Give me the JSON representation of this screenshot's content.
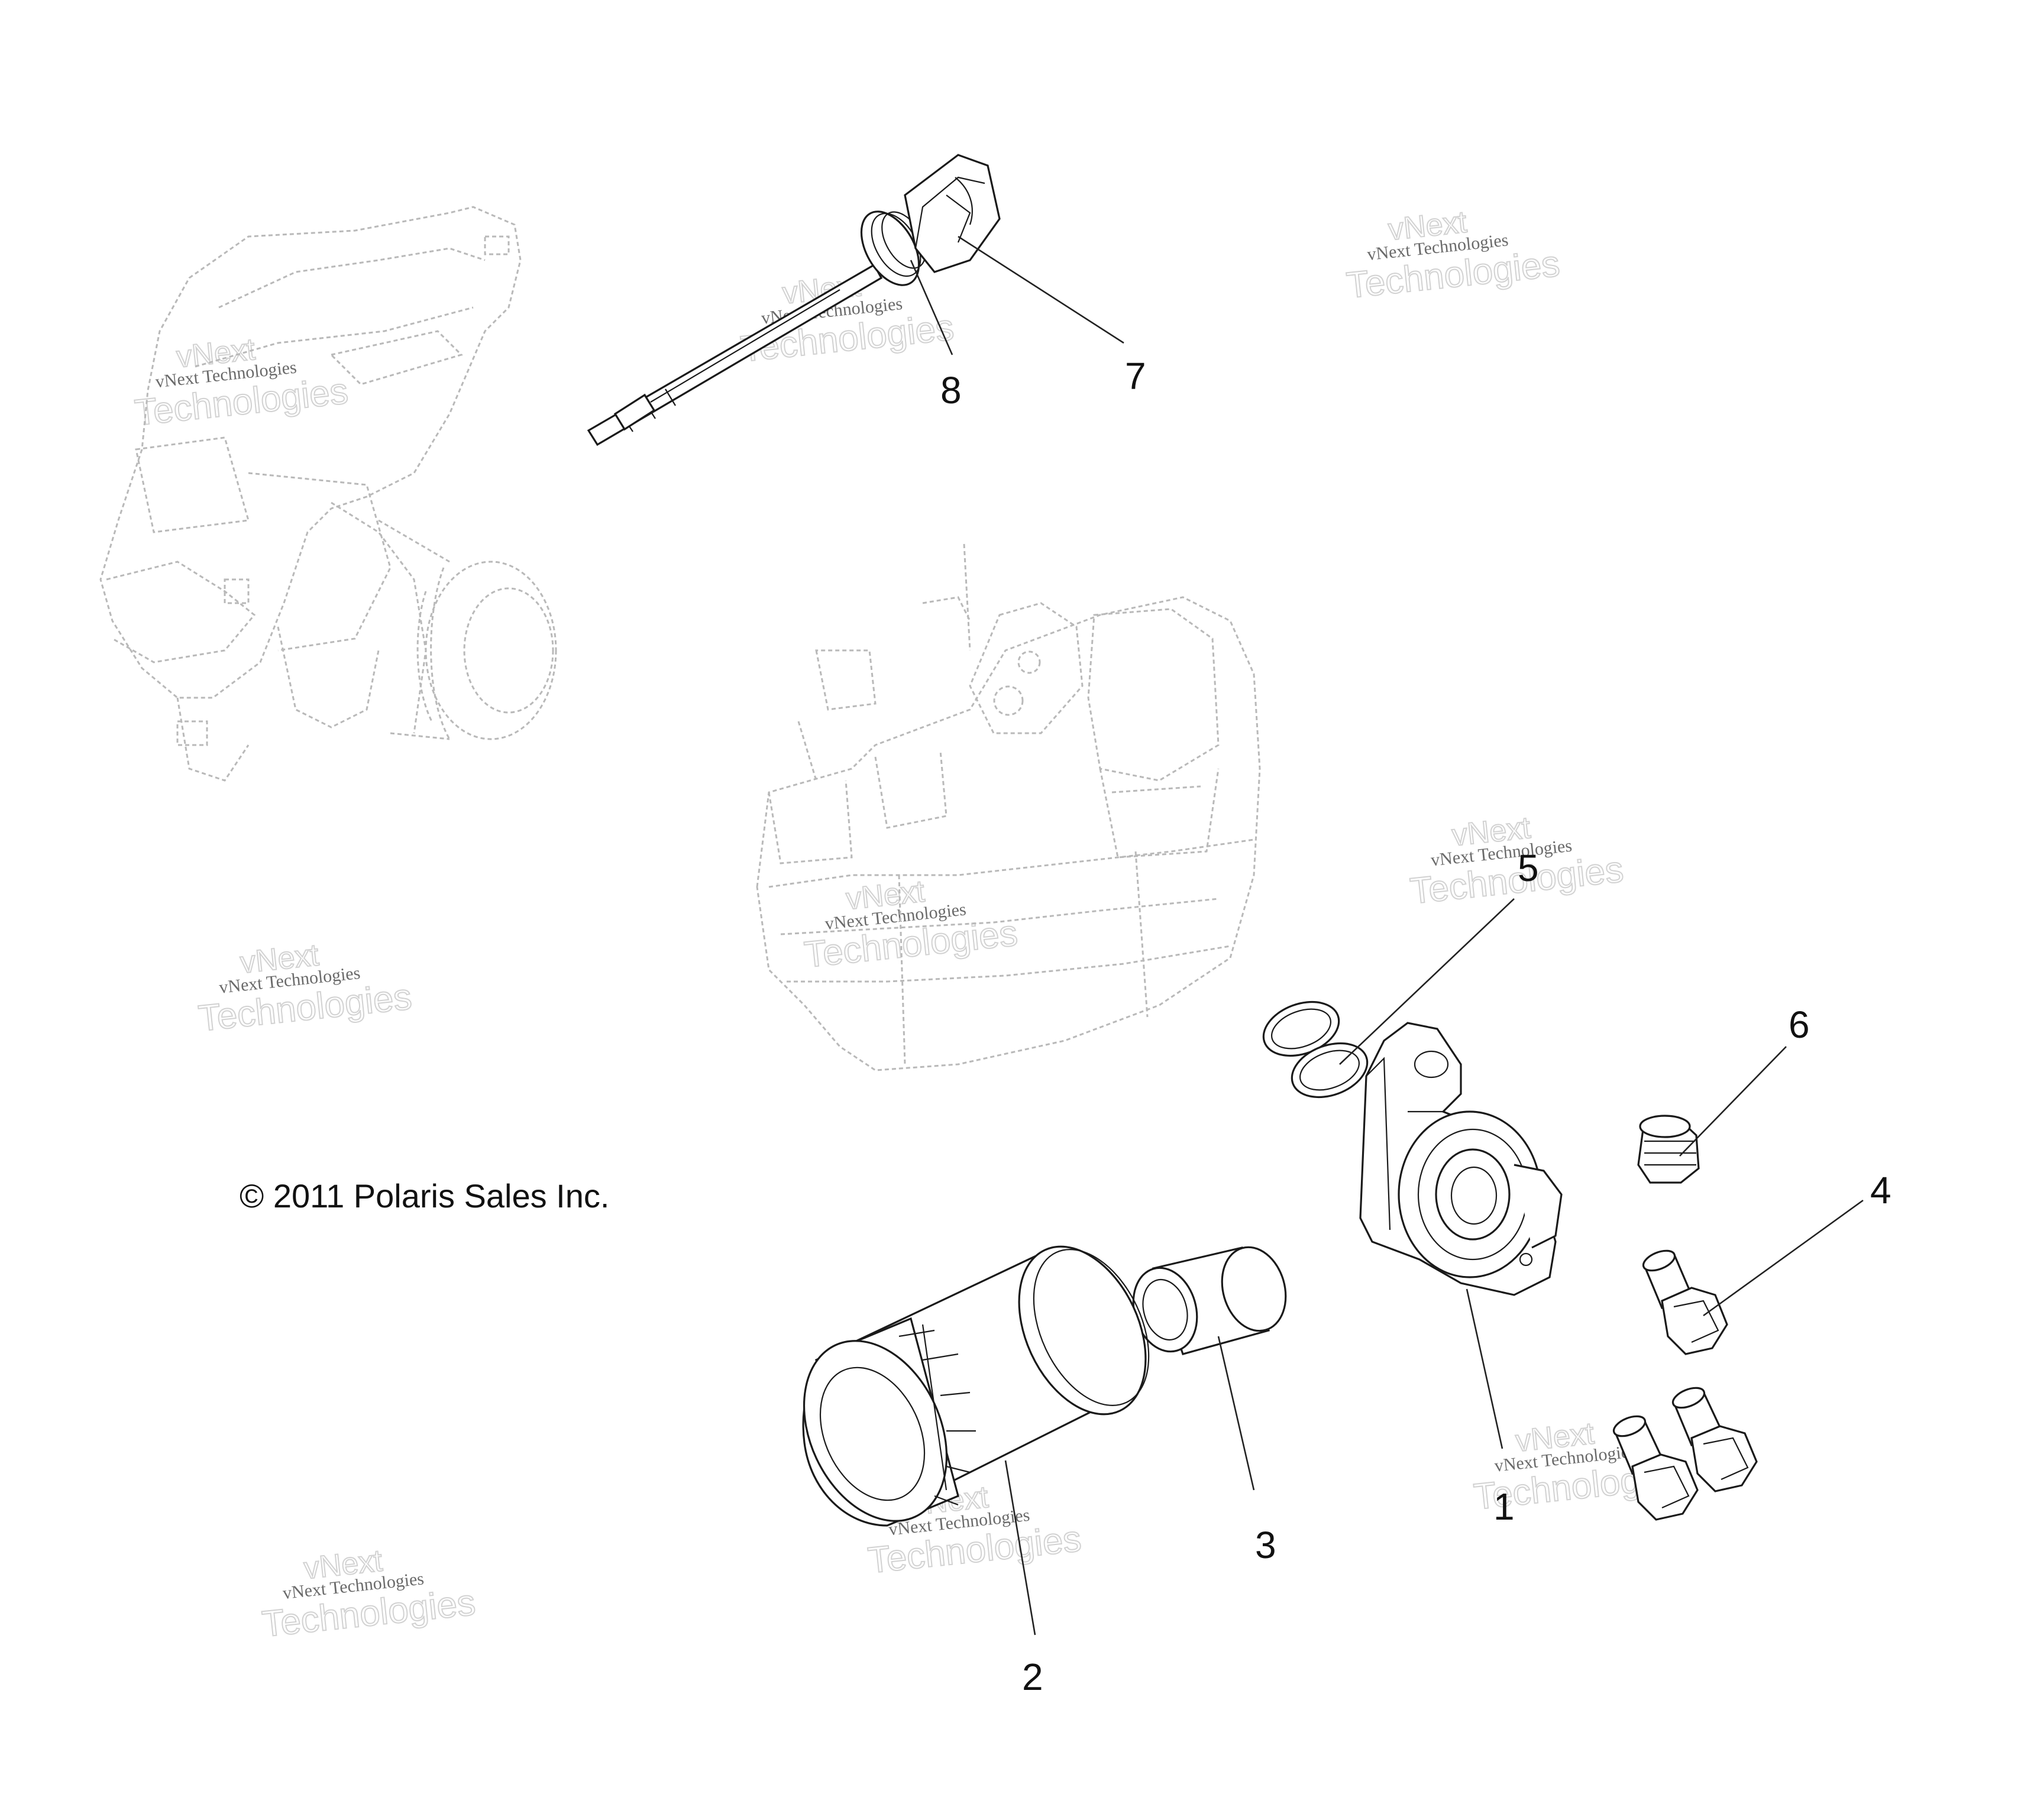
{
  "copyright": "© 2011 Polaris Sales Inc.",
  "watermark": {
    "brand": "vNext",
    "line1": "vNext Technologies",
    "line2": "Technologies"
  },
  "callouts": [
    {
      "id": "1",
      "label": "1"
    },
    {
      "id": "2",
      "label": "2"
    },
    {
      "id": "3",
      "label": "3"
    },
    {
      "id": "4",
      "label": "4"
    },
    {
      "id": "5",
      "label": "5"
    },
    {
      "id": "6",
      "label": "6"
    },
    {
      "id": "7",
      "label": "7"
    },
    {
      "id": "8",
      "label": "8"
    }
  ],
  "colors": {
    "line": "#1a1a1a",
    "ghost": "#b9b9b9",
    "watermark": "#d2d2d2"
  }
}
